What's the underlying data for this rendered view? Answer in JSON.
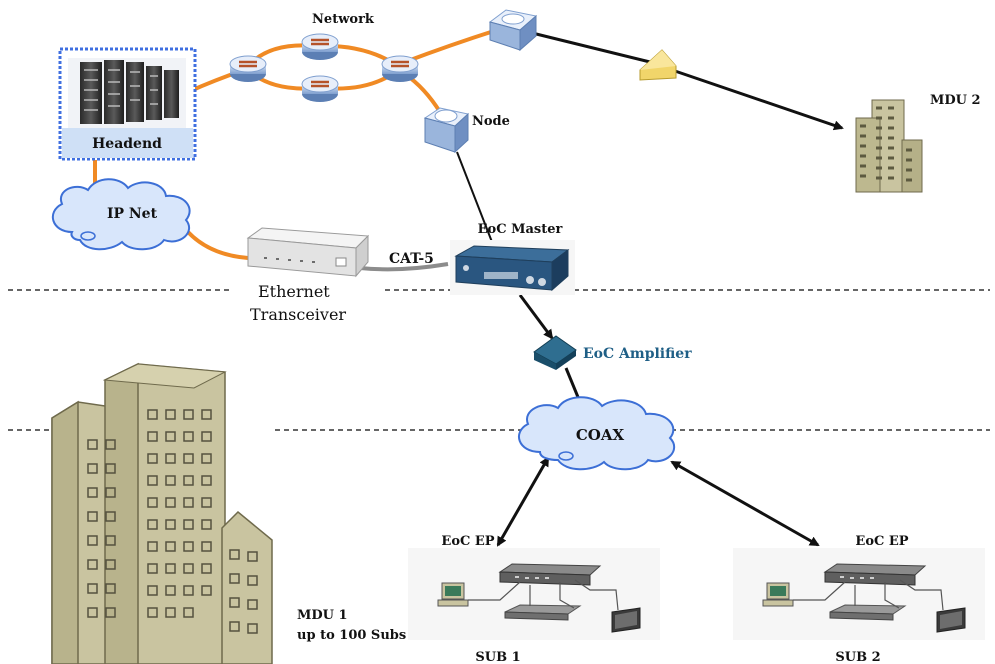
{
  "labels": {
    "network": "Network",
    "headend": "Headend",
    "node": "Node",
    "mdu2": "MDU 2",
    "ip_net": "IP Net",
    "eoc_master": "EoC Master",
    "cat5": "CAT-5",
    "ethernet_transceiver_line1": "Ethernet",
    "ethernet_transceiver_line2": "Transceiver",
    "eoc_amplifier": "EoC Amplifier",
    "coax": "COAX",
    "eoc_ep_1": "EoC EP",
    "eoc_ep_2": "EoC EP",
    "mdu1_line1": "MDU 1",
    "mdu1_line2": "up to 100 Subs",
    "sub1": "SUB 1",
    "sub2": "SUB 2"
  },
  "colors": {
    "fiber_link": "#f08a24",
    "coax_link": "#111111",
    "cat5_link": "#8c8c8c",
    "cloud_fill": "#d8e6fb",
    "cloud_stroke": "#3c6fd6",
    "building_fill": "#c9c4a0",
    "amplifier_label": "#1f5f86",
    "headend_border": "#3f6fe0"
  },
  "icons": {
    "router": "router-icon",
    "building": "building-icon",
    "cloud": "cloud-icon",
    "amplifier": "amplifier-icon",
    "transceiver": "transceiver-icon",
    "modem": "modem-icon",
    "server_rack": "server-rack-icon",
    "computer": "computer-icon",
    "tv": "tv-icon"
  }
}
